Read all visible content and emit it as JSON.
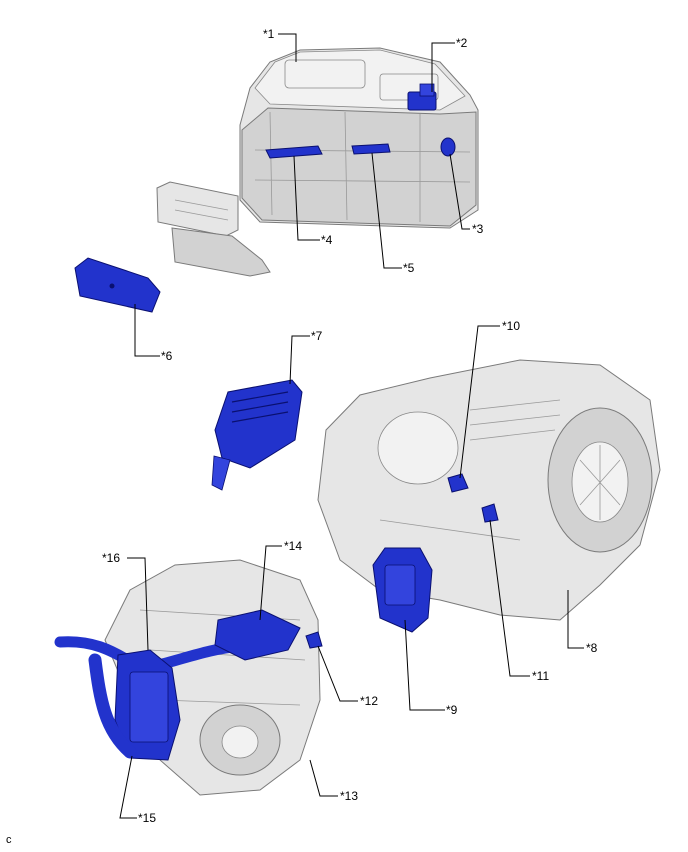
{
  "callouts": {
    "c1": "*1",
    "c2": "*2",
    "c3": "*3",
    "c4": "*4",
    "c5": "*5",
    "c6": "*6",
    "c7": "*7",
    "c8": "*8",
    "c9": "*9",
    "c10": "*10",
    "c11": "*11",
    "c12": "*12",
    "c13": "*13",
    "c14": "*14",
    "c15": "*15",
    "c16": "*16"
  },
  "corner_mark": "c",
  "colors": {
    "highlight": "#2233cc",
    "component": "#e6e6e6",
    "leader": "#000000"
  }
}
